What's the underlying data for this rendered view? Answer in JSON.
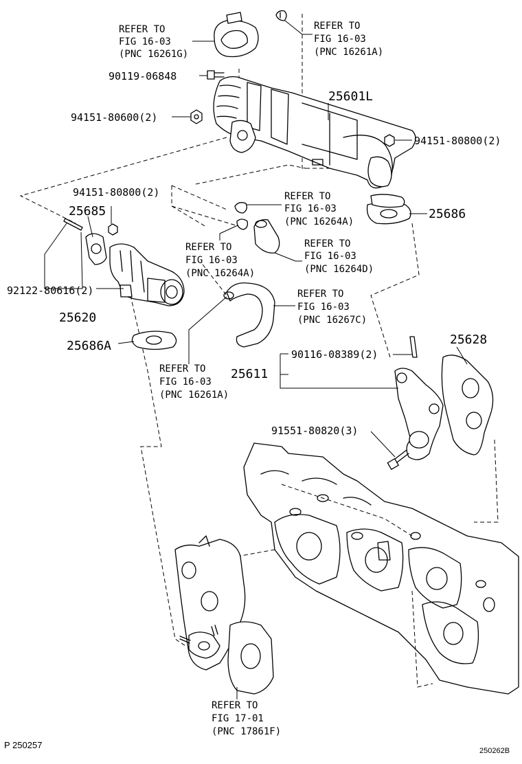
{
  "refs": {
    "ref_16261G": [
      "REFER TO",
      "FIG 16-03",
      "(PNC 16261G)"
    ],
    "ref_16261A_top": [
      "REFER TO",
      "FIG 16-03",
      "(PNC 16261A)"
    ],
    "ref_16264A_r": [
      "REFER TO",
      "FIG 16-03",
      "(PNC 16264A)"
    ],
    "ref_16264A_l": [
      "REFER TO",
      "FIG 16-03",
      "(PNC 16264A)"
    ],
    "ref_16264D": [
      "REFER TO",
      "FIG 16-03",
      "(PNC 16264D)"
    ],
    "ref_16267C": [
      "REFER TO",
      "FIG 16-03",
      "(PNC 16267C)"
    ],
    "ref_16261A_low": [
      "REFER TO",
      "FIG 16-03",
      "(PNC 16261A)"
    ],
    "ref_17861F": [
      "REFER TO",
      "FIG 17-01",
      "(PNC 17861F)"
    ]
  },
  "parts": {
    "p_90119": "90119-06848",
    "p_94151_80600": "94151-80600(2)",
    "p_25601L": "25601L",
    "p_94151_80800_r": "94151-80800(2)",
    "p_94151_80800_l": "94151-80800(2)",
    "p_25685": "25685",
    "p_25686": "25686",
    "p_92122": "92122-80616(2)",
    "p_25620": "25620",
    "p_25686A": "25686A",
    "p_25628": "25628",
    "p_90116": "90116-08389(2)",
    "p_25611": "25611",
    "p_91551": "91551-80820(3)"
  },
  "footer": {
    "left_code": "P 250257",
    "right_code": "250262B"
  }
}
